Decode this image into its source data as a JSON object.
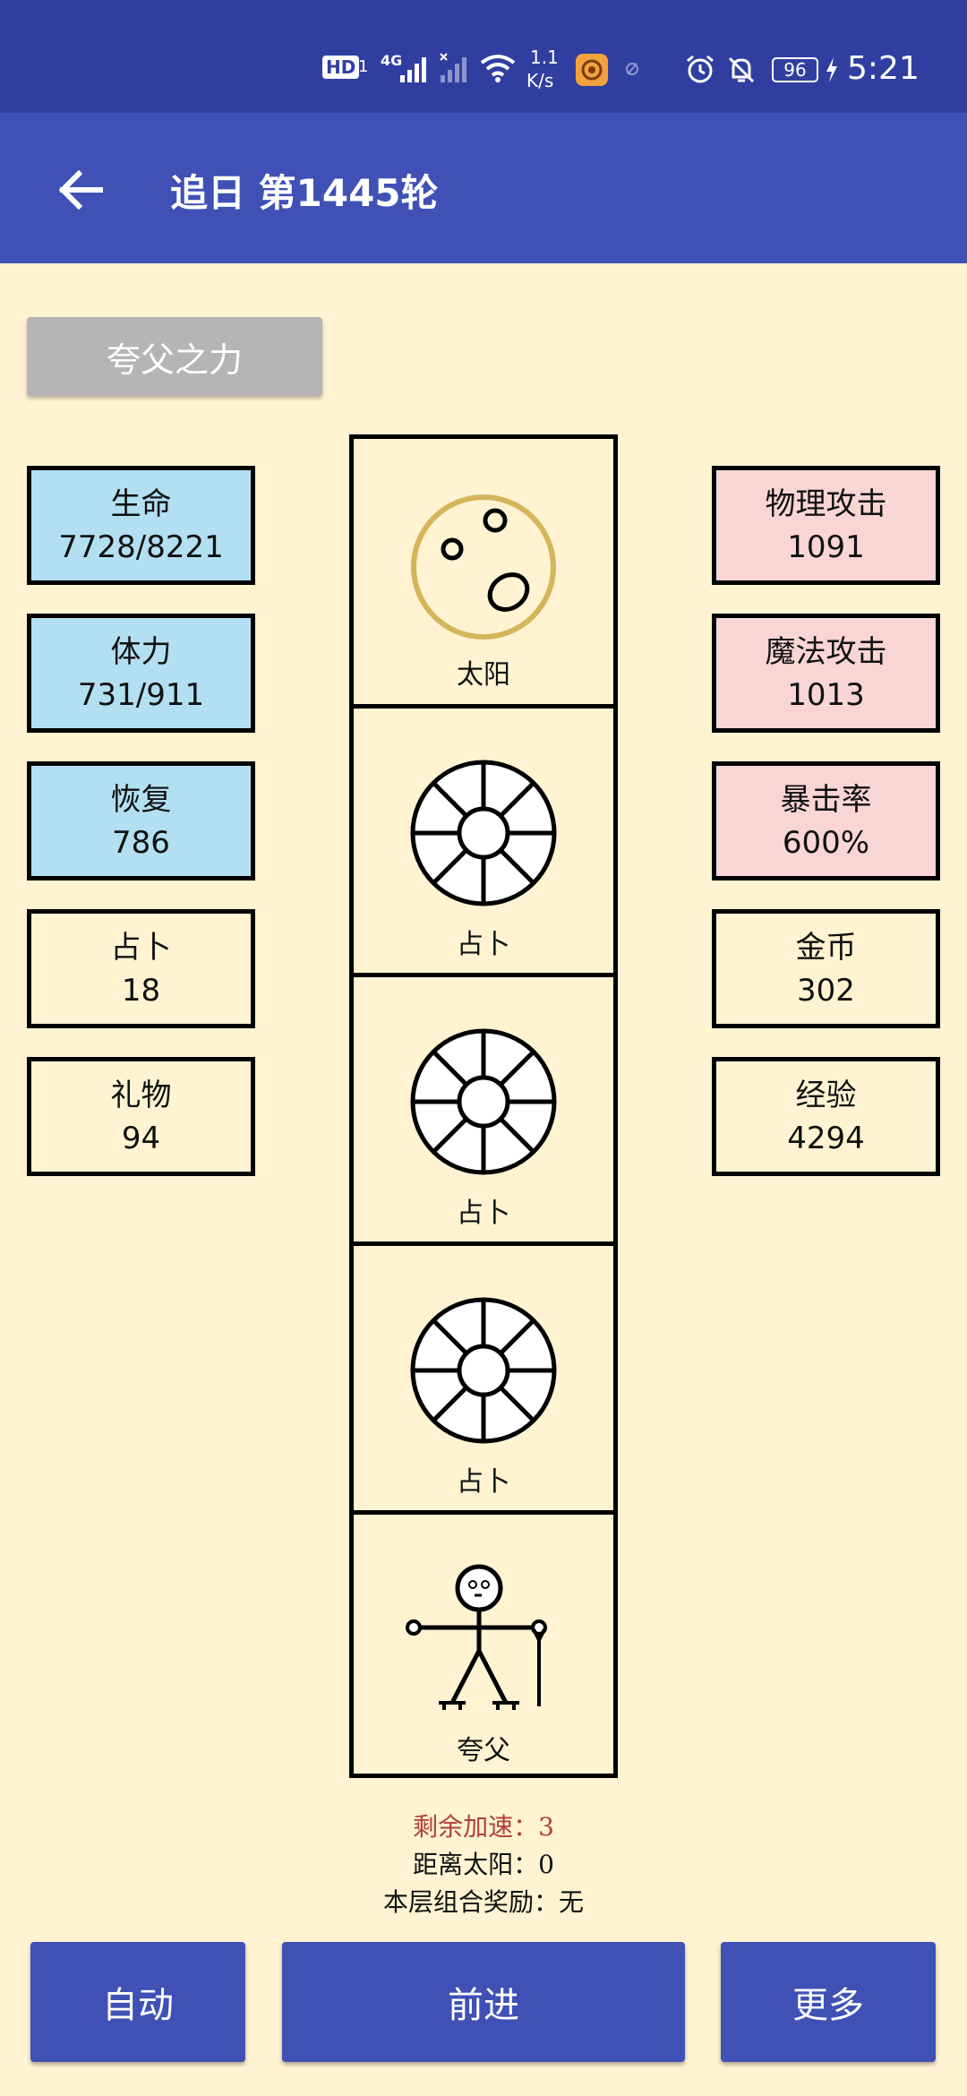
{
  "status_bar": {
    "hd": "HD",
    "sim": "1",
    "network": "4G",
    "speed_value": "1.1",
    "speed_unit": "K/s",
    "battery": "96",
    "time": "5:21"
  },
  "app_bar": {
    "title": "追日 第1445轮"
  },
  "skill_button": "夸父之力",
  "left_stats": [
    {
      "label": "生命",
      "value": "7728/8221",
      "style": "blue"
    },
    {
      "label": "体力",
      "value": "731/911",
      "style": "blue"
    },
    {
      "label": "恢复",
      "value": "786",
      "style": "blue"
    },
    {
      "label": "占卜",
      "value": "18",
      "style": "plain"
    },
    {
      "label": "礼物",
      "value": "94",
      "style": "plain"
    }
  ],
  "right_stats": [
    {
      "label": "物理攻击",
      "value": "1091",
      "style": "pink"
    },
    {
      "label": "魔法攻击",
      "value": "1013",
      "style": "pink"
    },
    {
      "label": "暴击率",
      "value": "600%",
      "style": "pink"
    },
    {
      "label": "金币",
      "value": "302",
      "style": "plain"
    },
    {
      "label": "经验",
      "value": "4294",
      "style": "plain"
    }
  ],
  "tower": [
    {
      "label": "太阳",
      "icon": "sun-icon"
    },
    {
      "label": "占卜",
      "icon": "divination-wheel-icon"
    },
    {
      "label": "占卜",
      "icon": "divination-wheel-icon"
    },
    {
      "label": "占卜",
      "icon": "divination-wheel-icon"
    },
    {
      "label": "夸父",
      "icon": "kuafu-stick-figure-icon"
    }
  ],
  "info": {
    "remaining_boost": "剩余加速：3",
    "distance": "距离太阳：0",
    "combo_reward": "本层组合奖励：无"
  },
  "buttons": {
    "auto": "自动",
    "forward": "前进",
    "more": "更多"
  },
  "colors": {
    "status_bar": "#303F9F",
    "app_bar": "#3F51B5",
    "background": "#FFF3D2",
    "stat_blue": "#B3DFF2",
    "stat_pink": "#F9D6D3",
    "sun_ring": "#D4B55A",
    "boost_text": "#B0403A"
  }
}
